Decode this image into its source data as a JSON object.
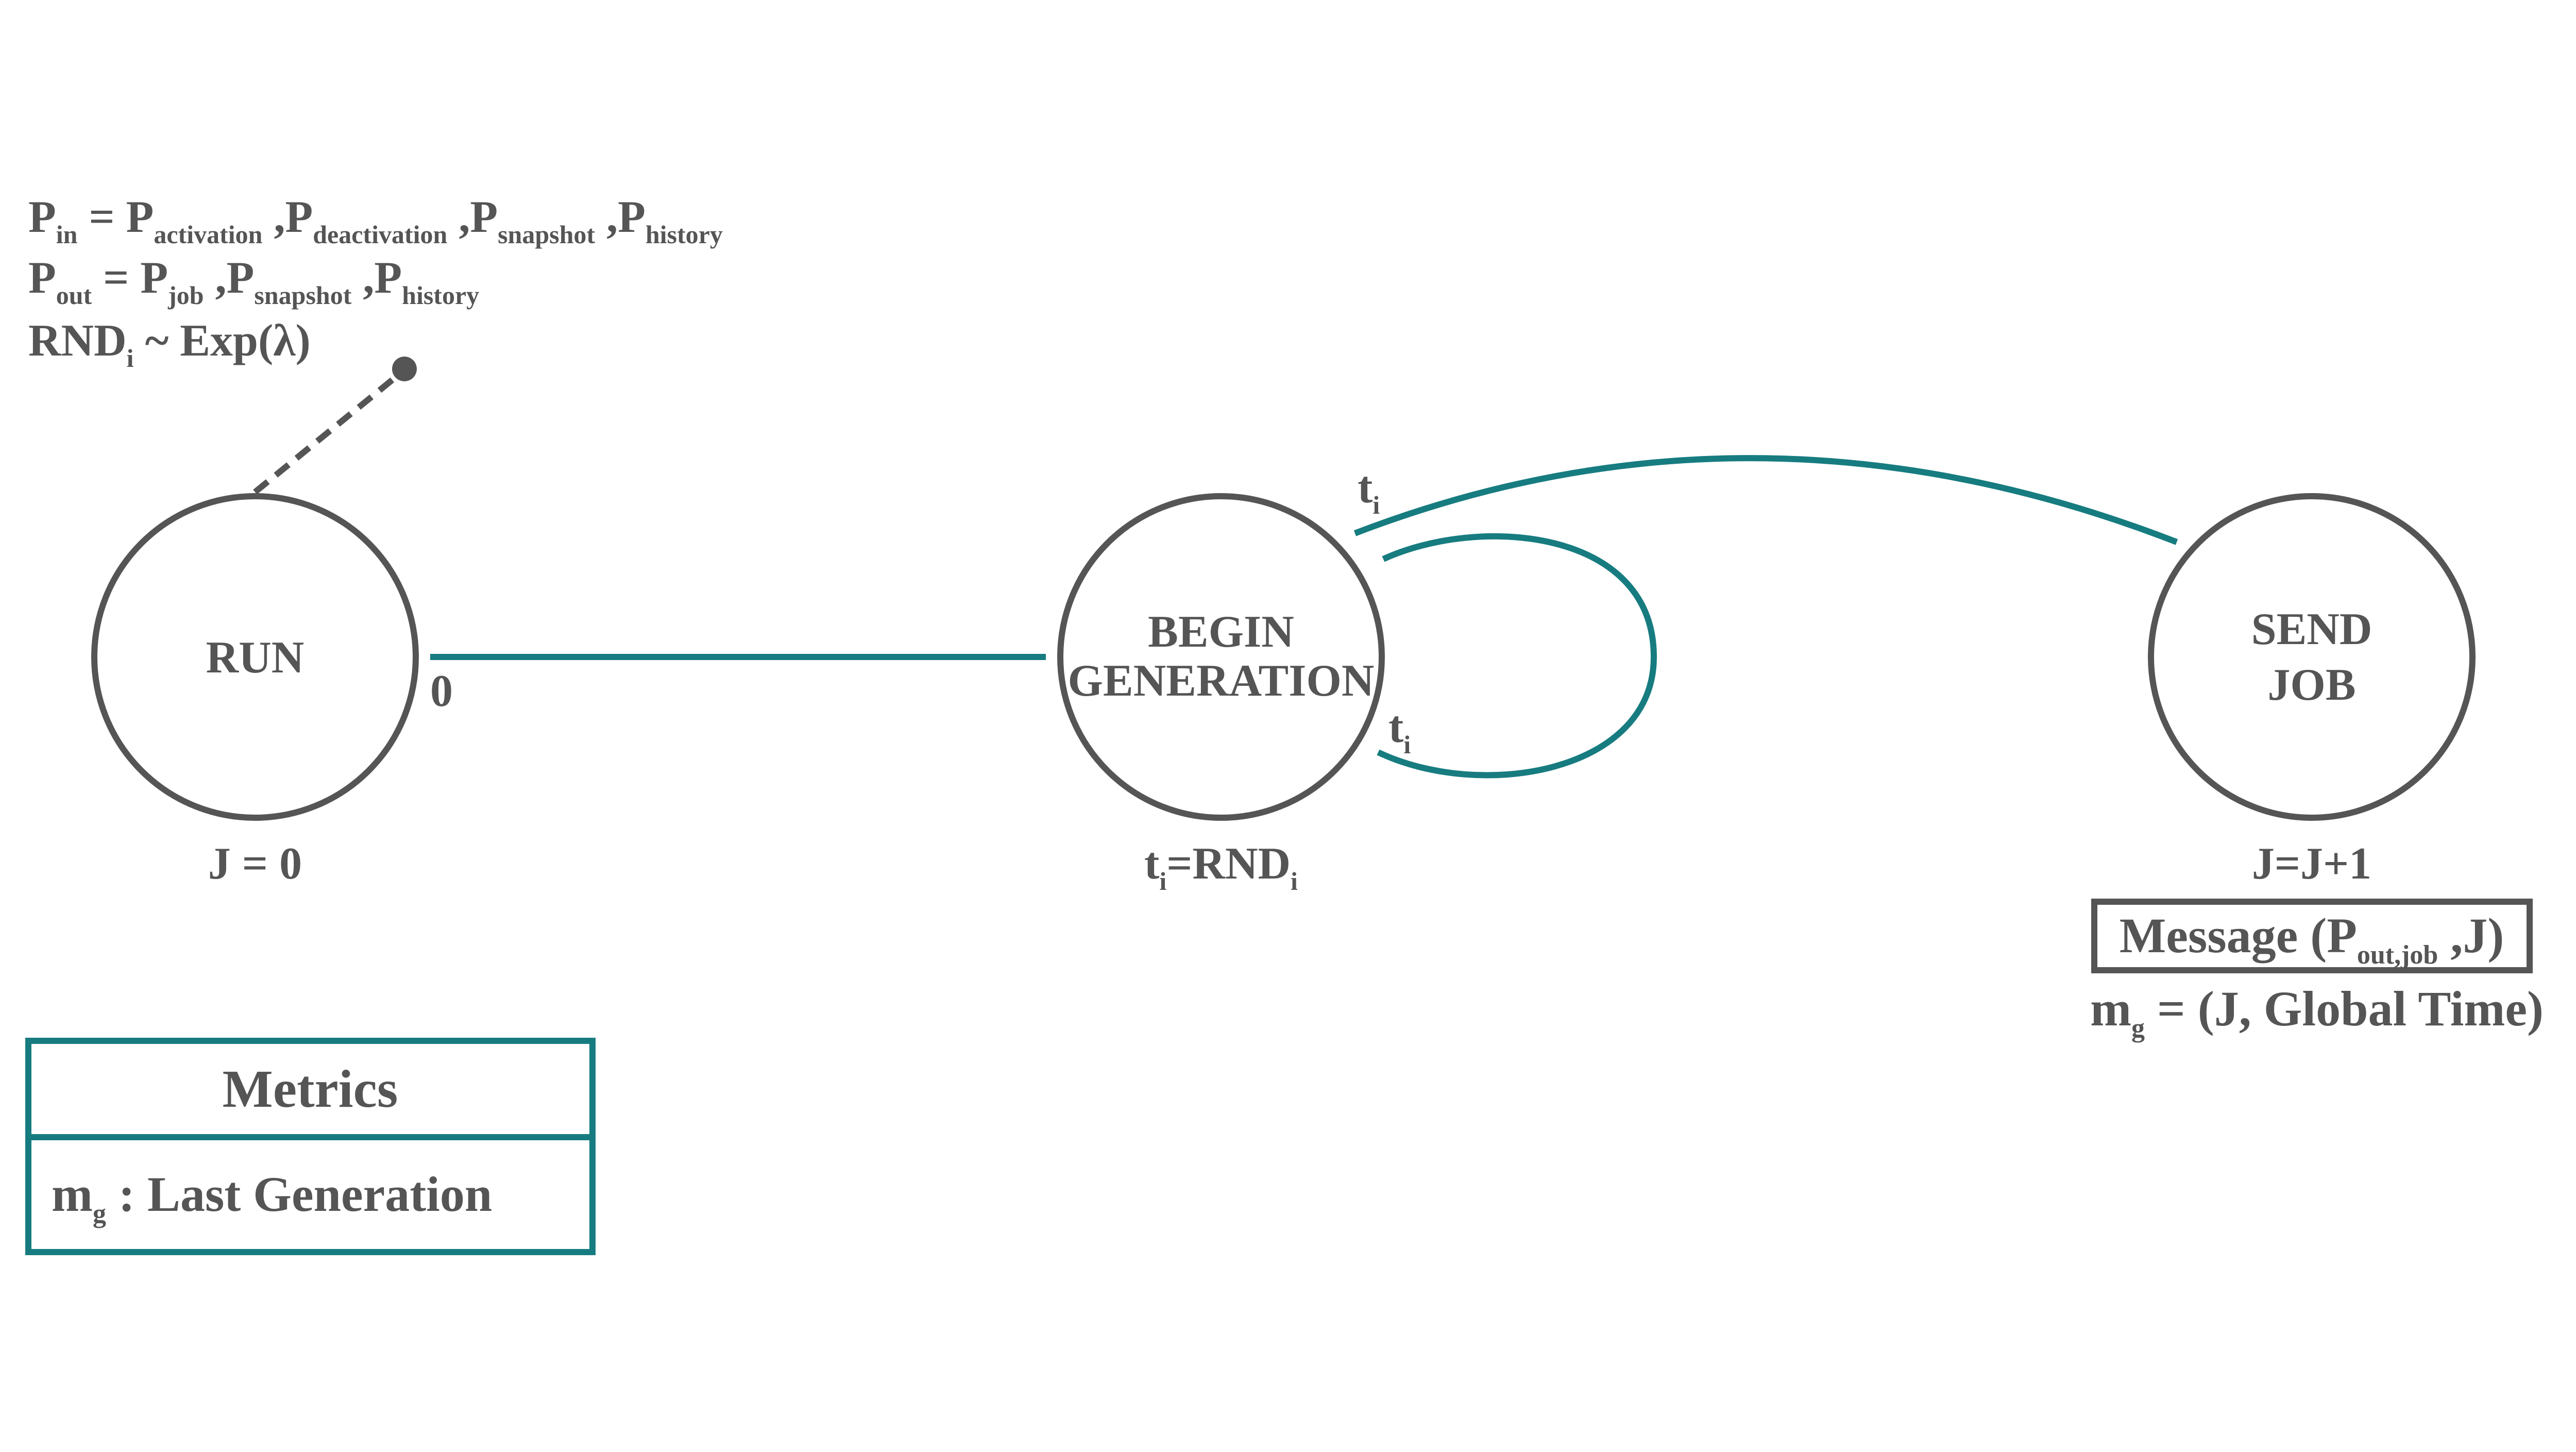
{
  "colors": {
    "ink": "#555555",
    "teal": "#177c80",
    "background": "#ffffff"
  },
  "params": {
    "line1": {
      "sym": "P",
      "sub_in": "in",
      "eq": " = P",
      "sub_a": "activation",
      "sep_a": " ,P",
      "sub_d": "deactivation",
      "sep_d": " ,P",
      "sub_s": "snapshot",
      "sep_s": " ,P",
      "sub_h": "history"
    },
    "line2": {
      "sym": "P",
      "sub_out": "out",
      "eq": " = P",
      "sub_j": "job",
      "sep_j": " ,P",
      "sub_s": "snapshot",
      "sep_s": " ,P",
      "sub_h": "history"
    },
    "line3": {
      "sym": "RND",
      "sub_i": "i",
      "rest": " ~ Exp(λ)"
    }
  },
  "states": {
    "run": {
      "label": "RUN",
      "action": "J = 0"
    },
    "begin": {
      "label_line1": "BEGIN",
      "label_line2": "GENERATION",
      "action_t": "t",
      "action_sub": "i",
      "action_eq": "=RND",
      "action_sub2": "i"
    },
    "send": {
      "label_line1": "SEND",
      "label_line2": "JOB",
      "action": "J=J+1",
      "message": {
        "prefix": "Message (P",
        "sub": "out,job",
        "suffix": " ,J)"
      },
      "metric": {
        "m": "m",
        "sub": "g",
        "rest": " = (J, Global Time)"
      }
    }
  },
  "transitions": {
    "run_to_begin": {
      "label": "0"
    },
    "begin_to_send": {
      "t": "t",
      "sub": "i"
    },
    "begin_self": {
      "t": "t",
      "sub": "i"
    }
  },
  "metrics_box": {
    "title": "Metrics",
    "row": {
      "m": "m",
      "sub": "g",
      "rest": " : Last Generation"
    }
  }
}
